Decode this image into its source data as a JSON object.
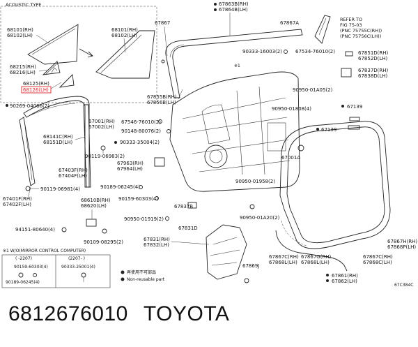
{
  "diagram": {
    "acoustic_type_label": "ACOUSTIC TYPE",
    "refer": [
      "REFER TO",
      "FIG 75-03",
      "(PNC 75755C(RH))",
      "(PNC 75756C(LH))"
    ],
    "mirror_note": "※1 W/O(MIRROR CONTROL COMPUTER)",
    "legend_1": "再使用不可部品",
    "legend_2": "Non-reusable part",
    "figure_code": "67C384C",
    "star_mark": "※1",
    "mirror_box": {
      "col1_header": "( -2207)",
      "col2_header": "(2207- )",
      "col1_parts": [
        "90159-60303(4)",
        "90189-06245(4)"
      ],
      "col2_parts": [
        "90333-25001(4)"
      ]
    },
    "labels": {
      "p68101_left": "68101(RH)",
      "p68102_left": "68102(LH)",
      "p68101_right": "68101(RH)",
      "p68102_right": "68102(LH)",
      "p68215": "68215(RH)",
      "p68216": "68216(LH)",
      "p68125": "68125(RH)",
      "p68126": "68126(LH)",
      "p90269": "90269-04066(2)",
      "p68141": "68141C(RH)",
      "p68151": "68151D(LH)",
      "p67401": "67401F(RH)",
      "p67402": "67402F(LH)",
      "p90119a": "90119-06981(4)",
      "p67403": "67403F(RH)",
      "p67404": "67404F(LH)",
      "p90119b": "90119-06983(2)",
      "p90189": "90189-06245(4)",
      "p90159": "90159-60303(4)",
      "p68610": "68610B(RH)",
      "p68620": "68620(LH)",
      "p94151": "94151-80640(4)",
      "p90109": "90109-08295(2)",
      "p90950_19": "90950-01919(2)",
      "p67867": "67867",
      "p67863": "67863B(RH)",
      "p67864": "67864B(LH)",
      "p67867A": "67867A",
      "p90333_16": "90333-16003(2)",
      "p67534": "67534-76010(2)",
      "p67851": "67851D(RH)",
      "p67852": "67852D(LH)",
      "p67837": "67837D(RH)",
      "p67838": "67838D(LH)",
      "p90950_05": "90950-01A05(2)",
      "p90950_08": "90950-01808(4)",
      "p67139_a": "67139",
      "p67139_b": "67139",
      "p67855": "67855B(RH)",
      "p67856": "67856B(LH)",
      "p67001": "67001(RH)",
      "p67002": "67002(LH)",
      "p67546": "67546-76010(2)",
      "p90148": "90148-80076(2)",
      "p90333_35": "90333-35004(2)",
      "p67963": "67963(RH)",
      "p67964": "67964(LH)",
      "p67001A": "67001A",
      "p90950_58": "90950-01958(2)",
      "p67837B": "67837B",
      "p90950_20": "90950-01A20(2)",
      "p67831D": "67831D",
      "p67831": "67831(RH)",
      "p67832": "67832(LH)",
      "p67869J": "67869J",
      "p67867H": "67867H(RH)",
      "p67868P": "67868P(LH)",
      "p67867C_a": "67867C(RH)",
      "p67868L_a": "67868L(LH)",
      "p67867G": "67867G(RH)",
      "p67868L_b": "67868L(LH)",
      "p67867C_b": "67867C(RH)",
      "p67868C": "67868C(LH)",
      "p67861": "67861(RH)",
      "p67862": "67862(LH)"
    }
  },
  "caption": {
    "part_number": "6812676010",
    "brand": "TOYOTA"
  }
}
